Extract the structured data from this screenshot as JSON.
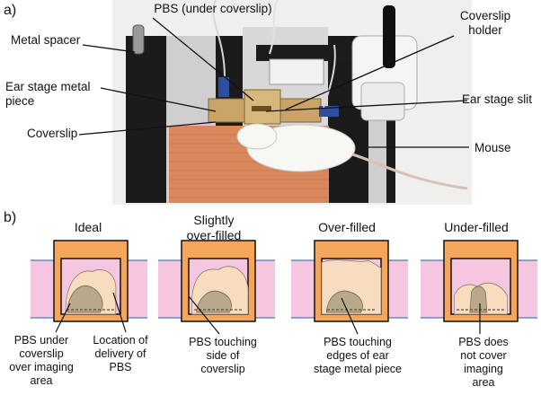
{
  "panel_a": {
    "letter": "a)",
    "labels": {
      "pbs_under_coverslip": "PBS (under coverslip)",
      "metal_spacer": "Metal spacer",
      "ear_stage_metal_piece": "Ear stage metal\npiece",
      "coverslip": "Coverslip",
      "coverslip_holder": "Coverslip\nholder",
      "ear_stage_slit": "Ear stage slit",
      "mouse": "Mouse"
    }
  },
  "panel_b": {
    "letter": "b)",
    "titles": {
      "ideal": "Ideal",
      "slightly_over_filled": "Slightly\nover-filled",
      "over_filled": "Over-filled",
      "under_filled": "Under-filled"
    },
    "captions": {
      "pbs_under_coverslip": "PBS under\ncoverslip\nover imaging\narea",
      "location_of_delivery": "Location of\ndelivery of\nPBS",
      "pbs_touching_side": "PBS touching\nside of\ncoverslip",
      "pbs_touching_edges": "PBS touching\nedges of ear\nstage metal piece",
      "pbs_not_cover": "PBS does not cover\nimaging area"
    }
  },
  "colors": {
    "orange": "#f5a65b",
    "pink": "#f6c6e0",
    "tan": "#f7dcc0",
    "olive": "#b9a98a",
    "blue_line": "#5b8fd1",
    "heating_pad": "#d9885e"
  }
}
